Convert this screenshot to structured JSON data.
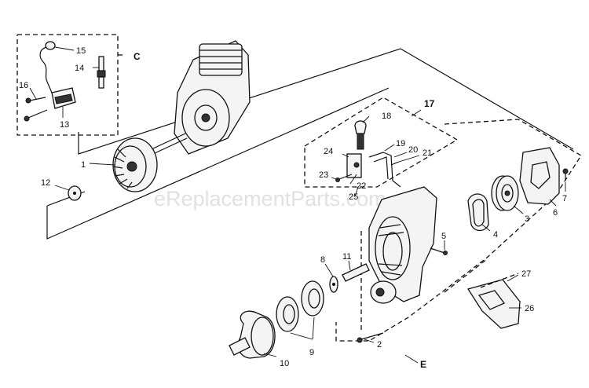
{
  "watermark": "eReplacementParts.com",
  "groups": {
    "c": "C",
    "e": "E",
    "seventeen": "17"
  },
  "callouts": {
    "p1": "1",
    "p2": "2",
    "p3": "3",
    "p4": "4",
    "p5": "5",
    "p6": "6",
    "p7": "7",
    "p8": "8",
    "p9": "9",
    "p10": "10",
    "p11": "11",
    "p12": "12",
    "p13": "13",
    "p14": "14",
    "p15": "15",
    "p16": "16",
    "p18": "18",
    "p19": "19",
    "p20": "20",
    "p21": "21",
    "p22": "22",
    "p23": "23",
    "p24": "24",
    "p25": "25",
    "p26": "26",
    "p27": "27"
  }
}
